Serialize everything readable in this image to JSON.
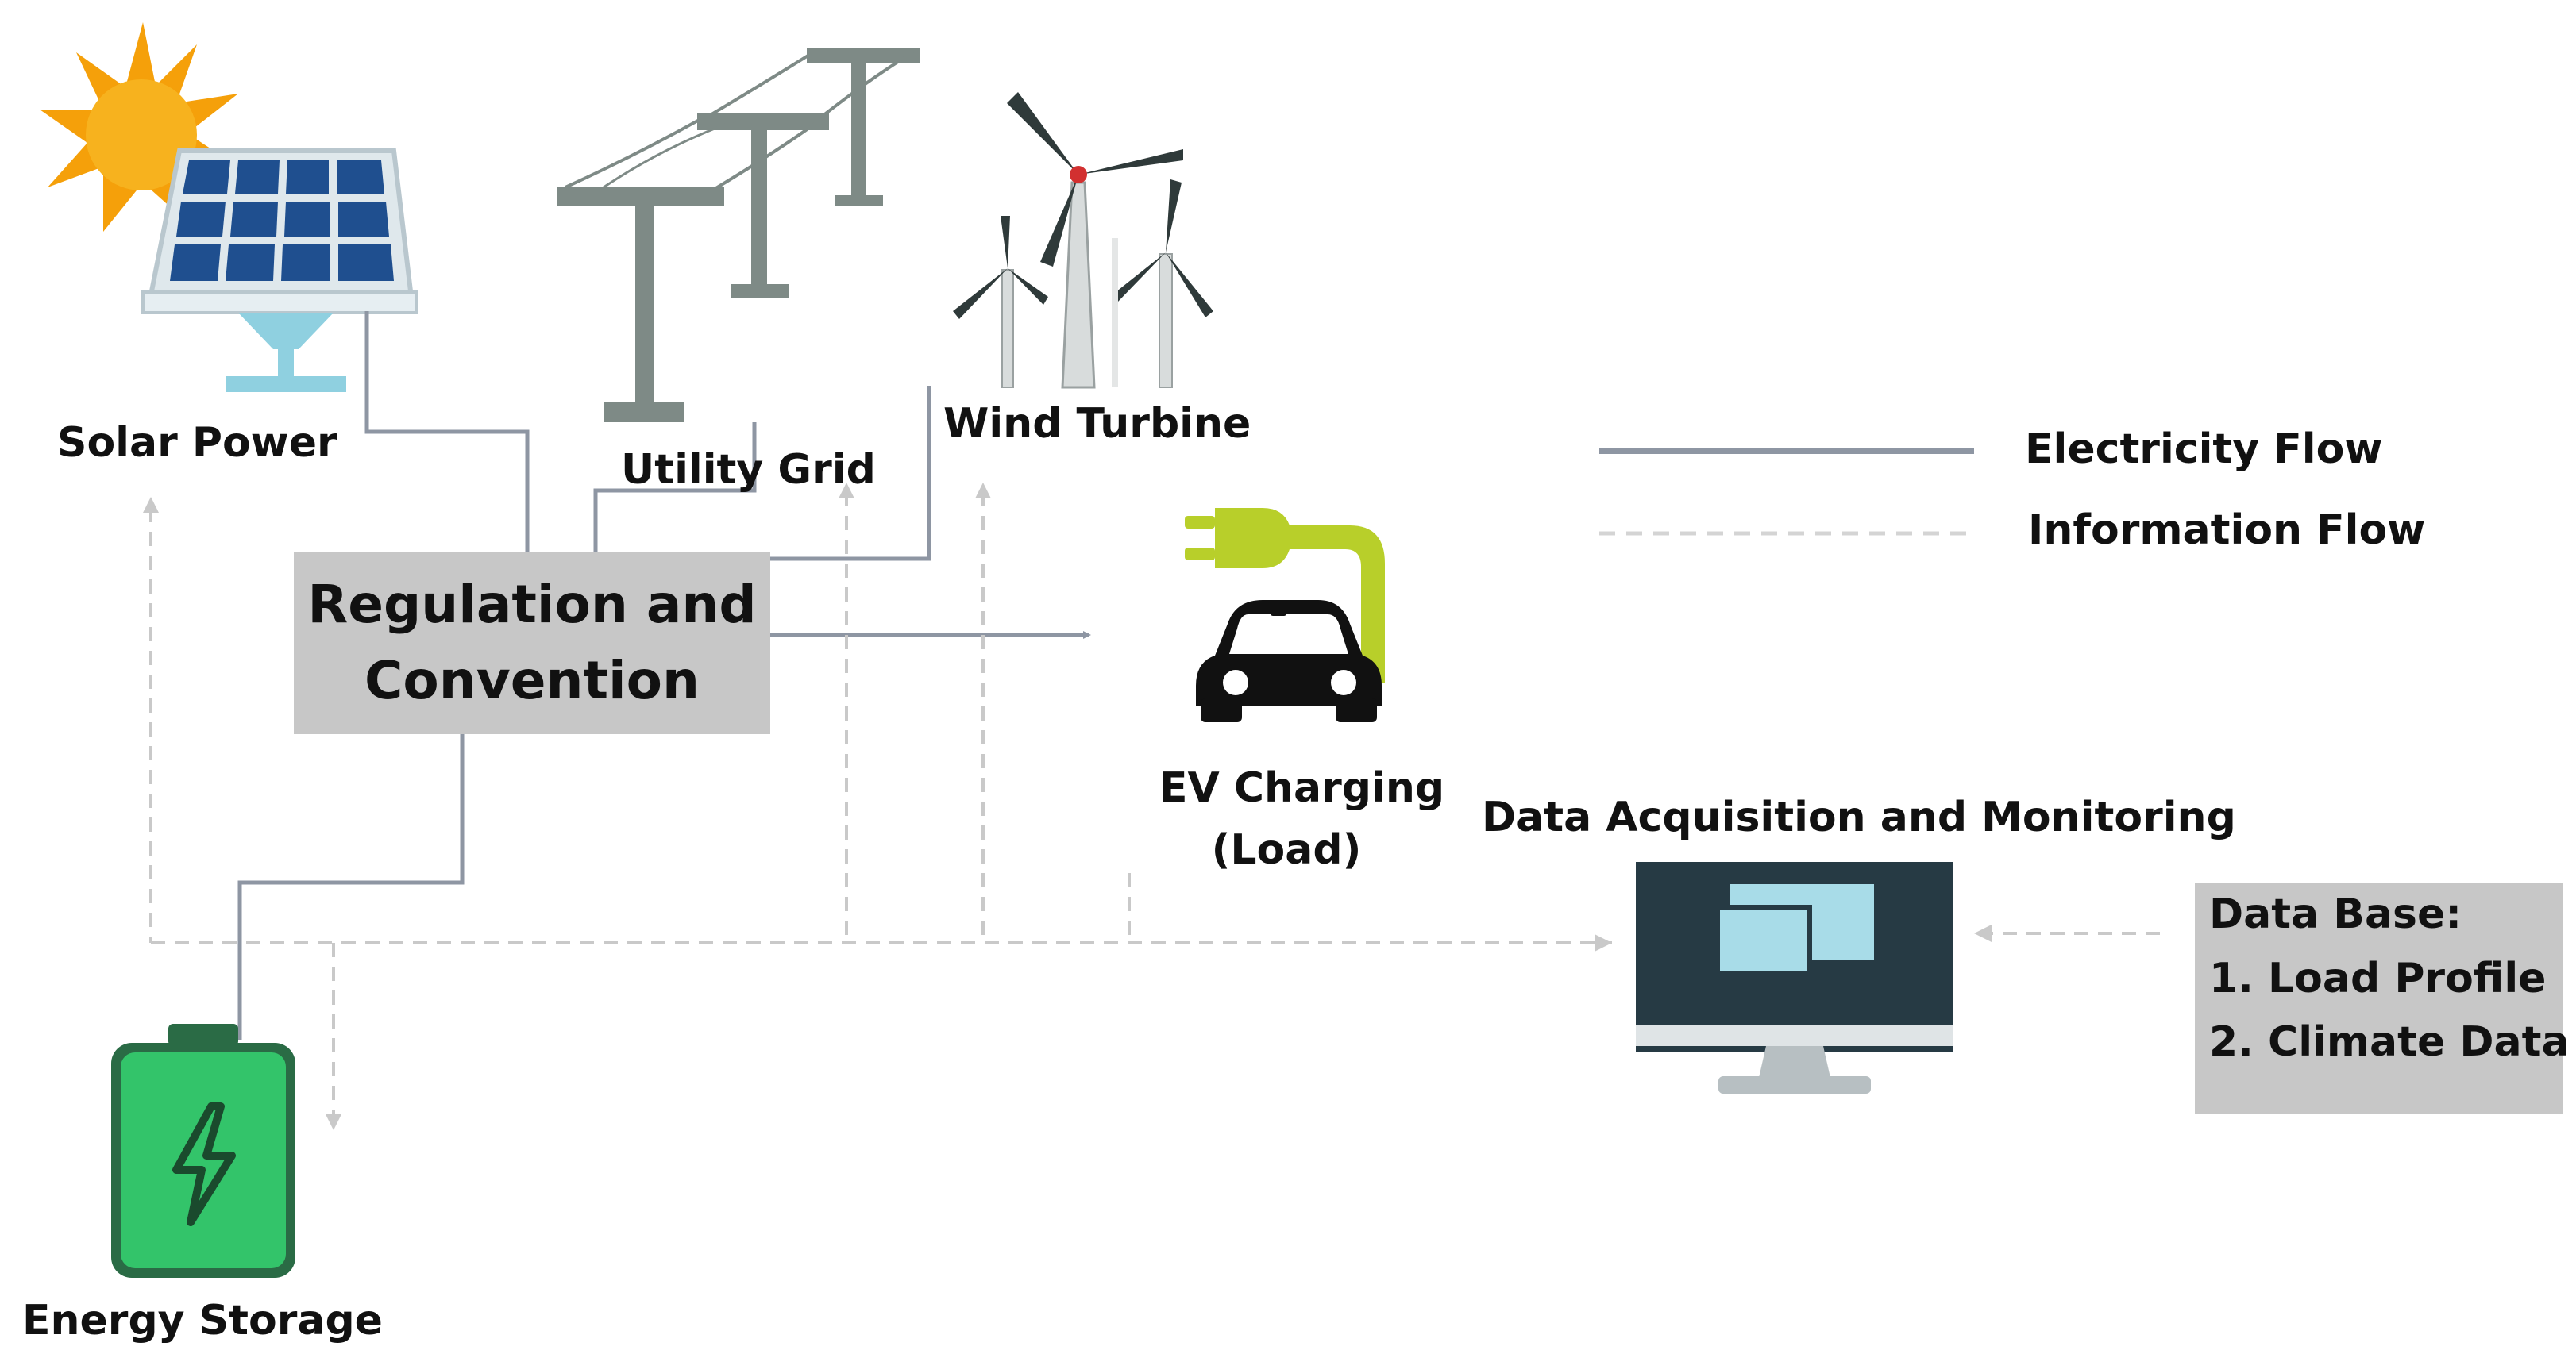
{
  "nodes": {
    "solar": {
      "label": "Solar Power"
    },
    "grid": {
      "label": "Utility Grid"
    },
    "wind": {
      "label": "Wind Turbine"
    },
    "regulation": {
      "line1": "Regulation and",
      "line2": "Convention"
    },
    "ev": {
      "line1": "EV Charging",
      "line2": "(Load)"
    },
    "storage": {
      "label": "Energy Storage"
    },
    "monitoring": {
      "label": "Data Acquisition and Monitoring"
    },
    "database": {
      "title": "Data Base:",
      "items": [
        "1. Load Profile",
        "2. Climate Data"
      ]
    }
  },
  "legend": {
    "electricity": "Electricity Flow",
    "information": "Information Flow"
  },
  "colors": {
    "electricity_line": "#8e96a3",
    "information_line": "#c9c9c9",
    "box_fill": "#c7c7c7",
    "sun": "#f5a00a",
    "solar_panel": "#1f4f8f",
    "battery": "#33c46a",
    "plug": "#b8cf2a",
    "monitor": "#263a44",
    "pylon": "#7e8a86"
  }
}
